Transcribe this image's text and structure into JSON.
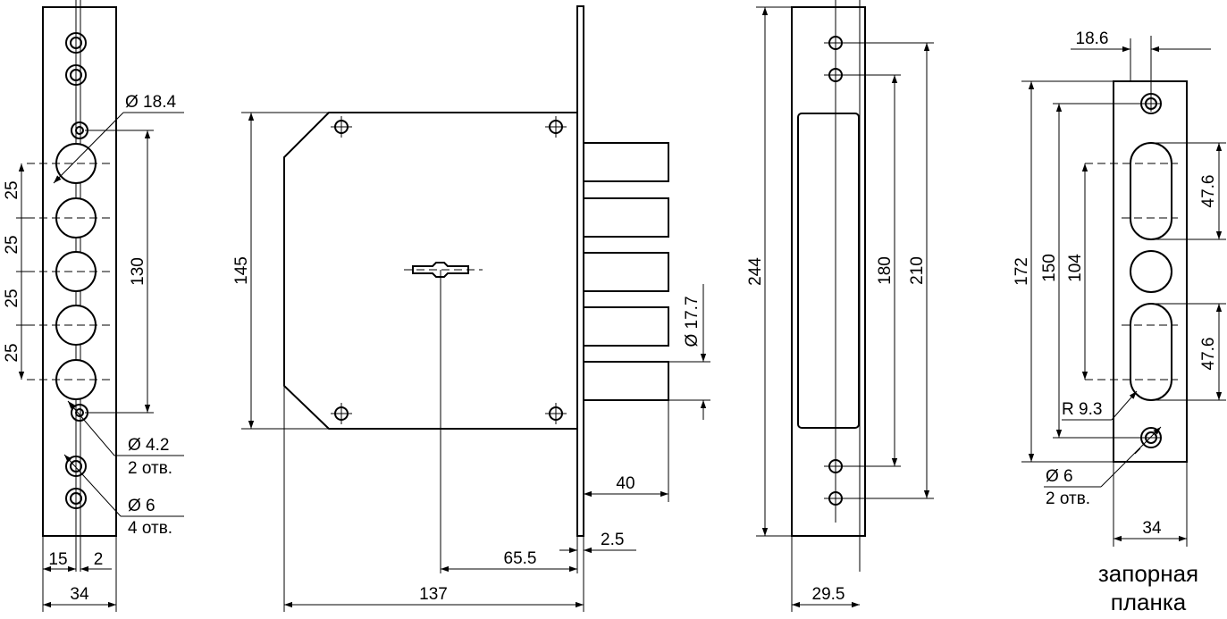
{
  "front_plate": {
    "labels": {
      "hole_large": "Ø 18.4",
      "hole_small": "Ø 4.2",
      "hole_small_count": "2 отв.",
      "hole_mount": "Ø 6",
      "hole_mount_count": "4 отв."
    },
    "dims": {
      "pitch_1": "25",
      "pitch_2": "25",
      "pitch_3": "25",
      "pitch_4": "25",
      "span": "130",
      "offset_left": "15",
      "offset_right": "2",
      "width": "34"
    }
  },
  "lock_body": {
    "dims": {
      "height": "145",
      "bolt_diameter": "Ø 17.7",
      "bolt_throw": "40",
      "plate_thickness": "2.5",
      "backset": "65.5",
      "length": "137"
    }
  },
  "faceplate_side": {
    "dims": {
      "height": "244",
      "holes_inner": "180",
      "holes_outer": "210",
      "width": "29.5"
    }
  },
  "strike_plate": {
    "caption_line1": "запорная",
    "caption_line2": "планка",
    "labels": {
      "radius": "R 9.3",
      "hole": "Ø 6",
      "hole_count": "2 отв."
    },
    "dims": {
      "offset": "18.6",
      "slot_upper": "47.6",
      "slot_lower": "47.6",
      "height": "172",
      "holes": "150",
      "slots": "104",
      "width": "34"
    }
  }
}
